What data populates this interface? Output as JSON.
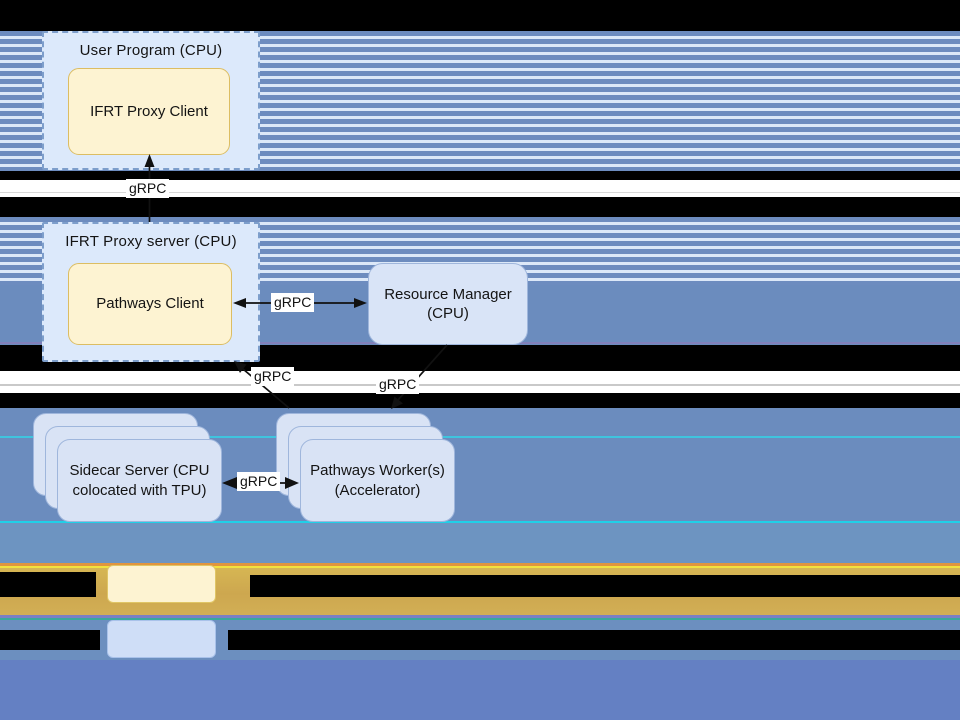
{
  "nodes": {
    "user_program": "User Program (CPU)",
    "ifrt_proxy_client": "IFRT Proxy Client",
    "ifrt_proxy_server": "IFRT Proxy server (CPU)",
    "pathways_client": "Pathways Client",
    "resource_manager": "Resource Manager (CPU)",
    "sidecar_server": "Sidecar Server (CPU colocated with TPU)",
    "pathways_workers": "Pathways Worker(s) (Accelerator)"
  },
  "labels": {
    "grpc": "gRPC"
  },
  "legend": {
    "items": [
      {
        "name": "yellow-swatch",
        "fill": "#fdf3d2",
        "border": "#dcbd62",
        "label_visible": false
      },
      {
        "name": "blue-swatch",
        "fill": "#cfdef7",
        "border": "#a9c2ea",
        "label_visible": false
      }
    ]
  },
  "colors": {
    "stripe_blue": "#6d8cbf",
    "stripe_light": "#dce8f8",
    "solid_blue": "#6b8cbe",
    "gold_band": "#cda74f",
    "bottom_indigo": "#6480c3",
    "node_yellow": "#fdf3d2",
    "node_blue": "#d9e3f5",
    "dashed_container_fill": "#dce9fb"
  }
}
